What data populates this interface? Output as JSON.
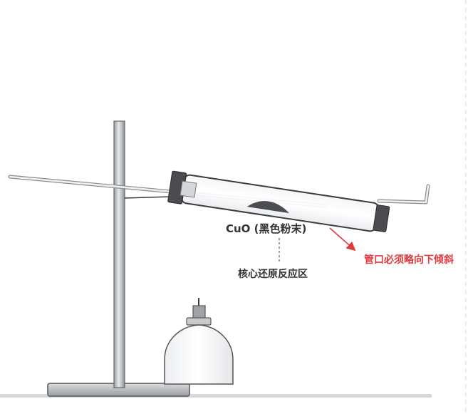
{
  "labels": {
    "substance": "CuO (黑色粉末)",
    "zone": "核心还原反应区",
    "warning": "管口必须略向下倾斜"
  },
  "colors": {
    "warning": "#e0393e",
    "label": "#333333"
  }
}
